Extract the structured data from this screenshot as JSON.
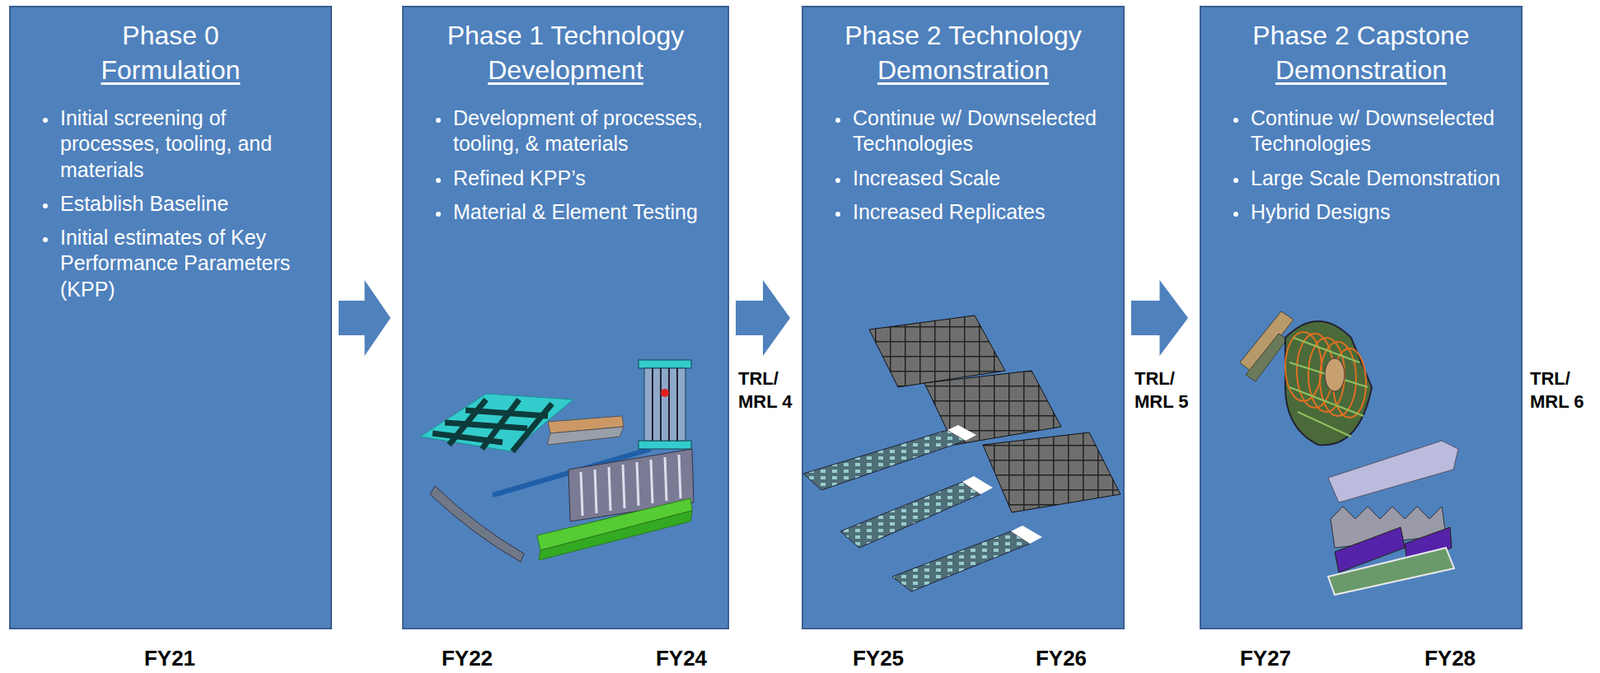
{
  "diagram": {
    "nodes": [
      {
        "text": [
          "Phase 0",
          "Formulation",
          "Initial screening of processes, tooling, and materials",
          "Establish Baseline",
          "Initial estimates of Key Performance Parameters (KPP)"
        ]
      },
      {
        "text": [
          "Phase 1 Technology",
          "Development",
          "Development of processes, tooling, & materials",
          "Refined KPP’s",
          "Material & Element Testing"
        ]
      },
      {
        "text": [
          "Phase 2 Technology",
          "Demonstration",
          "Continue w/ Downselected Technologies",
          "Increased Scale",
          "Increased Replicates"
        ]
      },
      {
        "text": [
          "Phase 2 Capstone",
          "Demonstration",
          "Continue w/ Downselected Technologies",
          "Large Scale Demonstration",
          "Hybrid Designs"
        ]
      }
    ],
    "edges": [
      {
        "from": 0,
        "to": 1,
        "arrow": "to"
      },
      {
        "from": 1,
        "to": 2,
        "arrow": "to"
      },
      {
        "from": 2,
        "to": 3,
        "arrow": "to"
      }
    ],
    "labels": [
      "TRL/ MRL 4",
      "TRL/ MRL 5",
      "TRL/ MRL 6",
      "FY21",
      "FY22",
      "FY24",
      "FY25",
      "FY26",
      "FY27",
      "FY28"
    ]
  }
}
